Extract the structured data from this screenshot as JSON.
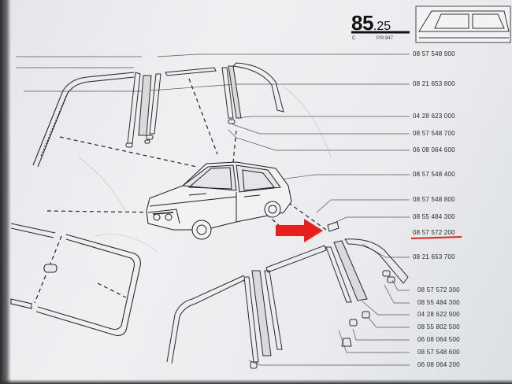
{
  "header": {
    "page_major": "85",
    "page_minor": ".25",
    "c_mark": "C",
    "pr_code": "P.R.947"
  },
  "part_numbers": [
    "08 57 548 900",
    "08 21 653 800",
    "04 28 623 000",
    "08 57 548 700",
    "06 08 064 600",
    "08 57 548 400",
    "08 57 548 800",
    "08 55 484 300",
    "08 57 572 200",
    "08 21 653 700",
    "08 57 572 300",
    "08 55 484 300",
    "04 28 622 900",
    "08 55 802 500",
    "06 08 064 500",
    "08 57 548 600",
    "06 08 064 200"
  ],
  "highlight": {
    "part_index": 8,
    "arrow_color": "#e8201c",
    "underline_color": "#e8201c"
  },
  "colors": {
    "ink": "#2a2a2a",
    "paper": "#eceef0"
  }
}
